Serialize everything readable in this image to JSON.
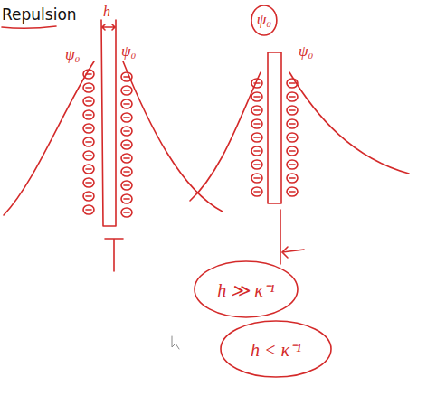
{
  "diagram": {
    "title": "Repulsion",
    "nodes": [
      {
        "text": [
          "ψ₀"
        ]
      },
      {
        "text": [
          "h ≫ κ⁻¹"
        ]
      },
      {
        "text": [
          "h < κ⁻¹"
        ]
      }
    ],
    "labels": [
      "ψ₀",
      "h",
      "ψ₀",
      "ψ₀"
    ]
  }
}
